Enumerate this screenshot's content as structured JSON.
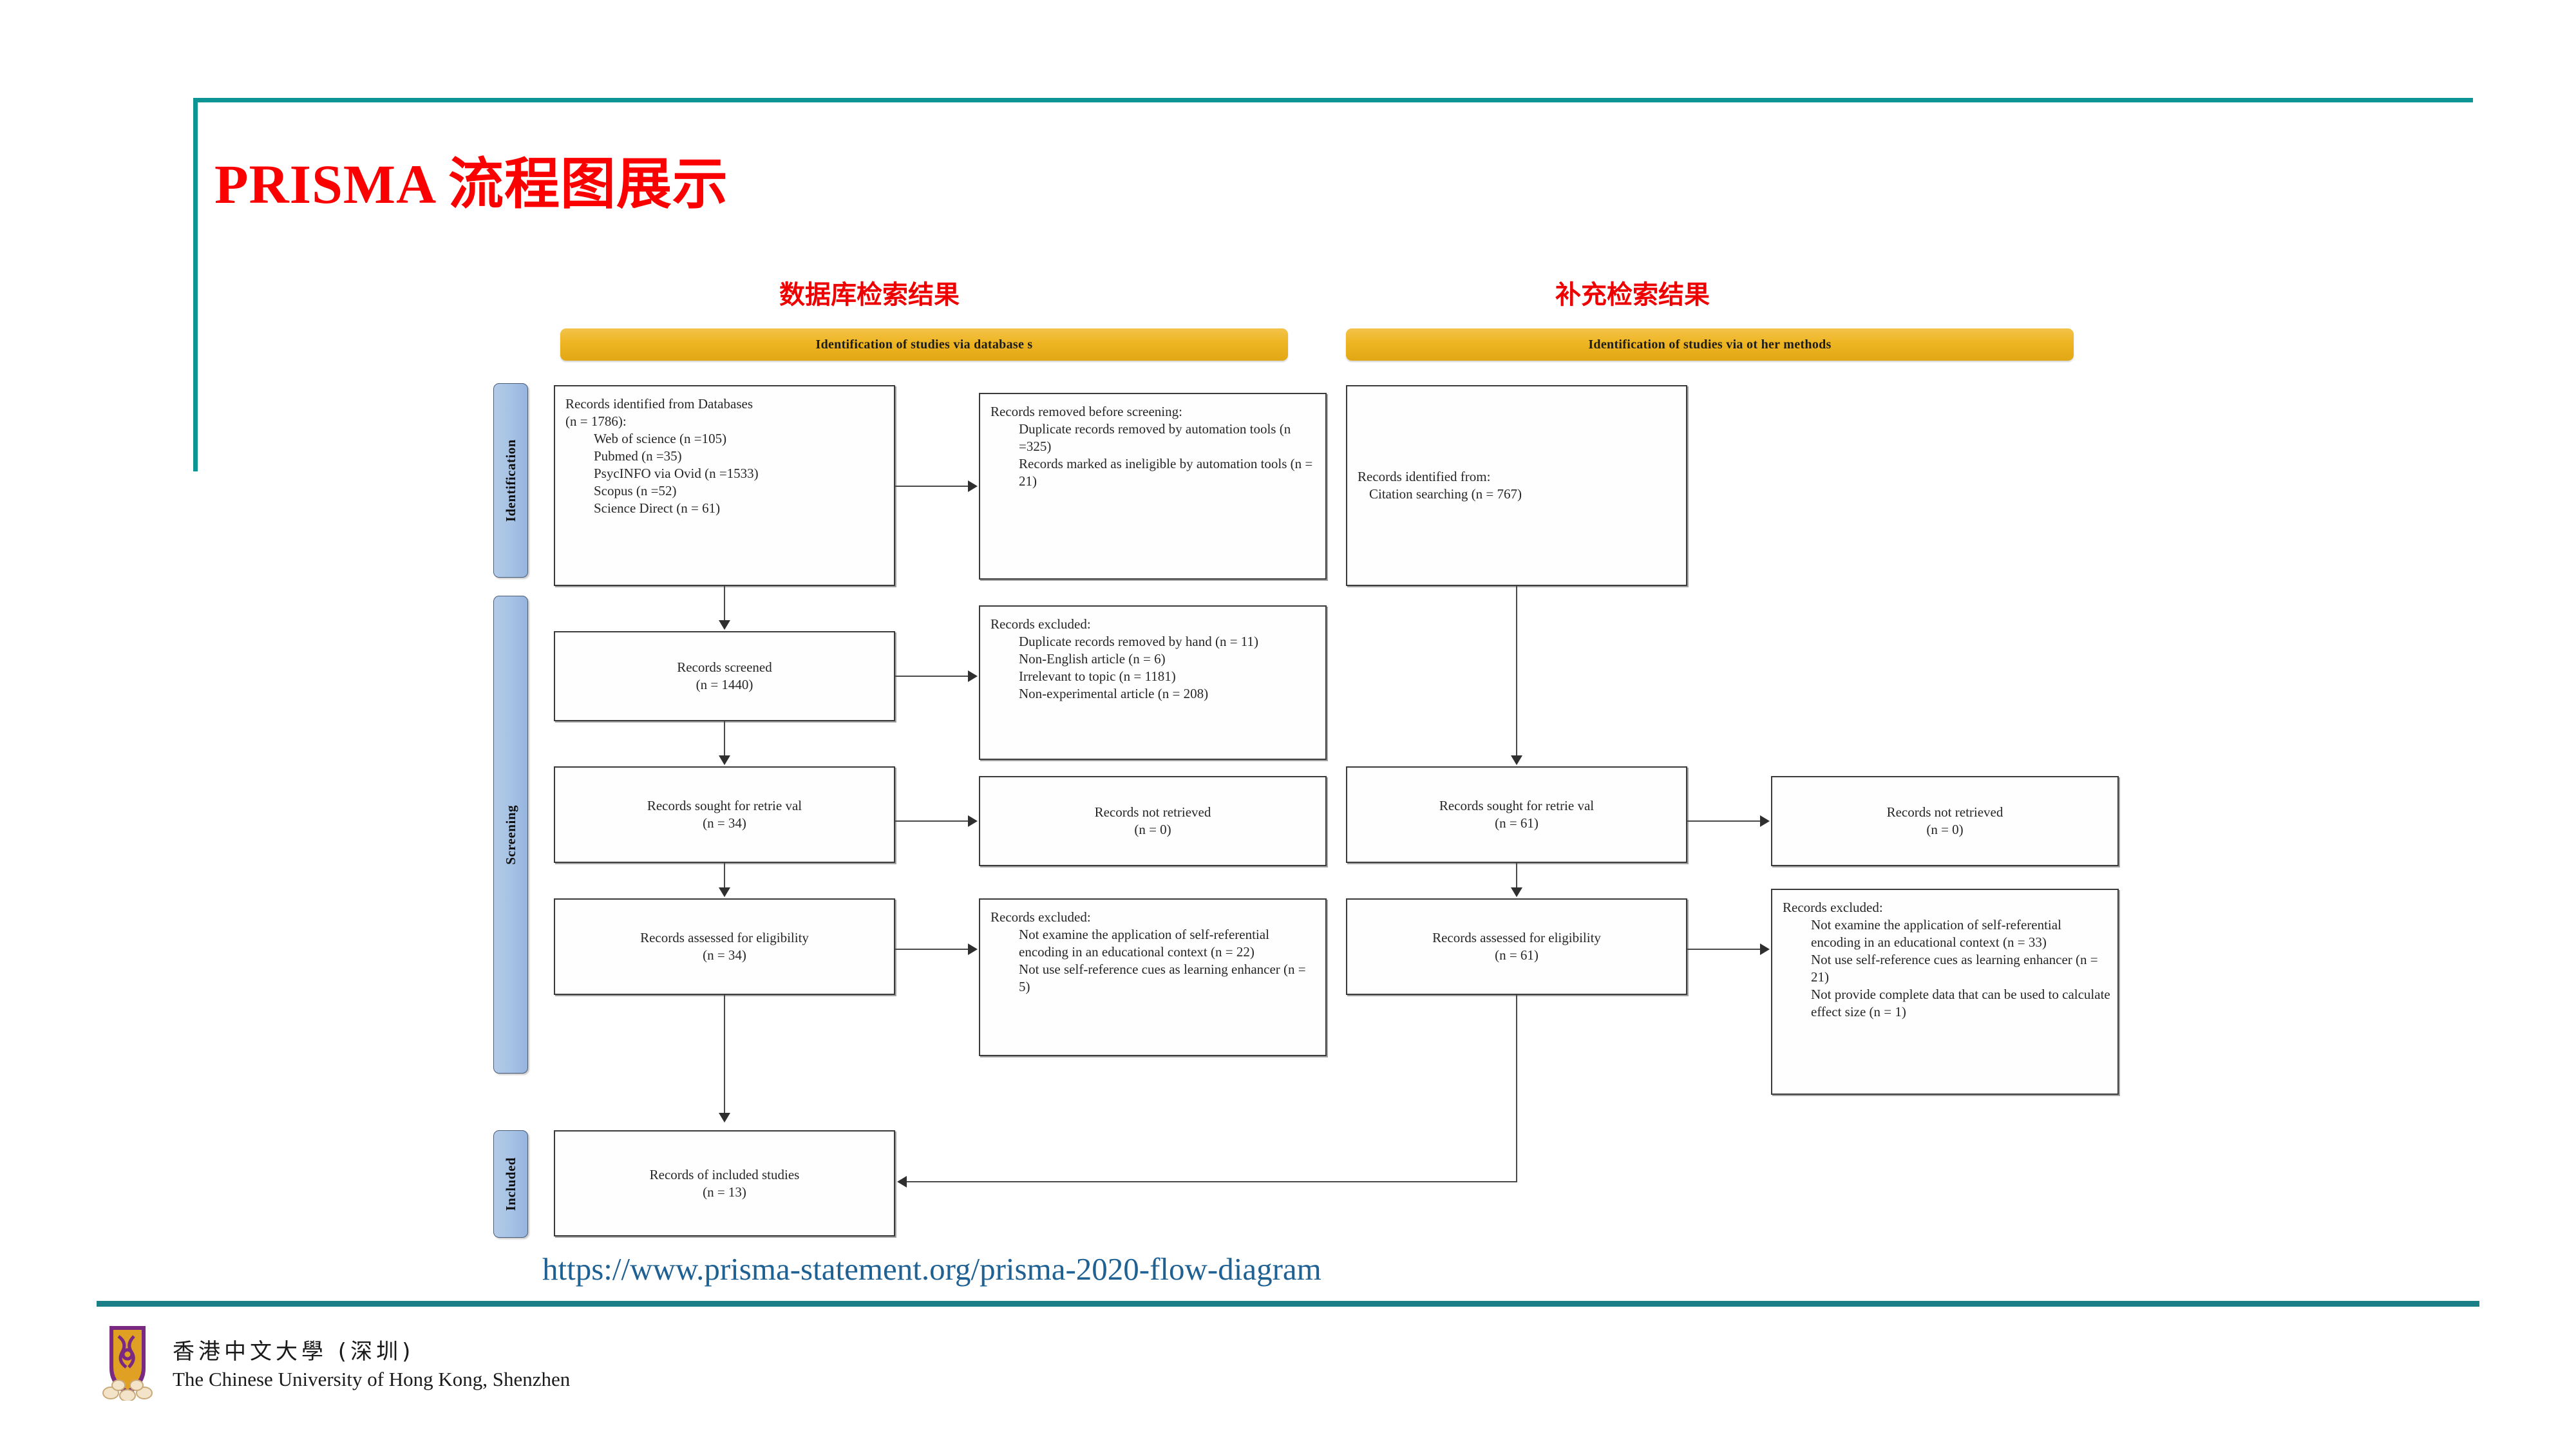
{
  "slide": {
    "title": "PRISMA 流程图展示",
    "accent_color": "#0d9494",
    "title_color": "#fa0000"
  },
  "captions": {
    "left": "数据库检索结果",
    "right": "补充检索结果",
    "color": "#ee0000"
  },
  "banners": {
    "left": "Identification of studies via database s",
    "right": "Identification of studies via ot her methods",
    "color": "#eeb522"
  },
  "stages": [
    {
      "label": "Identification"
    },
    {
      "label": "Screening"
    },
    {
      "label": "Included"
    }
  ],
  "flow": {
    "identified": {
      "head": "Records identified from Databases",
      "count": "(n = 1786):",
      "items": [
        "Web of science (n =105)",
        "Pubmed (n =35)",
        "PsycINFO via Ovid (n =1533)",
        "Scopus (n =52)",
        "Science Direct (n = 61)"
      ]
    },
    "removed": {
      "head": "Records removed before screening:",
      "items": [
        "Duplicate records removed by automation tools (n =325)",
        "Records marked as ineligible by automation tools (n = 21)"
      ]
    },
    "screened": {
      "head": "Records screened",
      "count": "(n = 1440)"
    },
    "excluded_screening": {
      "head": "Records excluded:",
      "items": [
        "Duplicate records removed by hand (n = 11)",
        "Non-English article (n = 6)",
        "Irrelevant to topic (n = 1181)",
        "Non-experimental article (n = 208)"
      ]
    },
    "sought_left": {
      "head": "Records sought for retrie val",
      "count": "(n = 34)"
    },
    "not_retrieved_left": {
      "head": "Records not retrieved",
      "count": "(n = 0)"
    },
    "assessed_left": {
      "head": "Records assessed for eligibility",
      "count": "(n = 34)"
    },
    "excluded_eligibility_left": {
      "head": "Records excluded:",
      "items": [
        "Not examine the application of self-referential encoding in an educational context (n = 22)",
        "Not use self-reference cues as learning enhancer (n = 5)"
      ]
    },
    "included": {
      "head": "Records of included studies",
      "count": "(n = 13)"
    },
    "identified_right": {
      "head": "Records identified from:",
      "items": [
        "Citation searching (n = 767)"
      ]
    },
    "sought_right": {
      "head": "Records sought for retrie val",
      "count": "(n = 61)"
    },
    "not_retrieved_right": {
      "head": "Records not retrieved",
      "count": "(n = 0)"
    },
    "assessed_right": {
      "head": "Records assessed for eligibility",
      "count": "(n = 61)"
    },
    "excluded_eligibility_right": {
      "head": "Records excluded:",
      "items": [
        "Not examine the application of self-referential encoding in an educational context (n = 33)",
        "Not use self-reference cues as learning enhancer (n = 21)",
        "Not provide complete data that can be used to calculate effect size (n = 1)"
      ]
    }
  },
  "source_url": "https://www.prisma-statement.org/prisma-2020-flow-diagram",
  "footer": {
    "cn": "香港中文大學 (深圳)",
    "en": "The Chinese University of Hong Kong, Shenzhen"
  }
}
